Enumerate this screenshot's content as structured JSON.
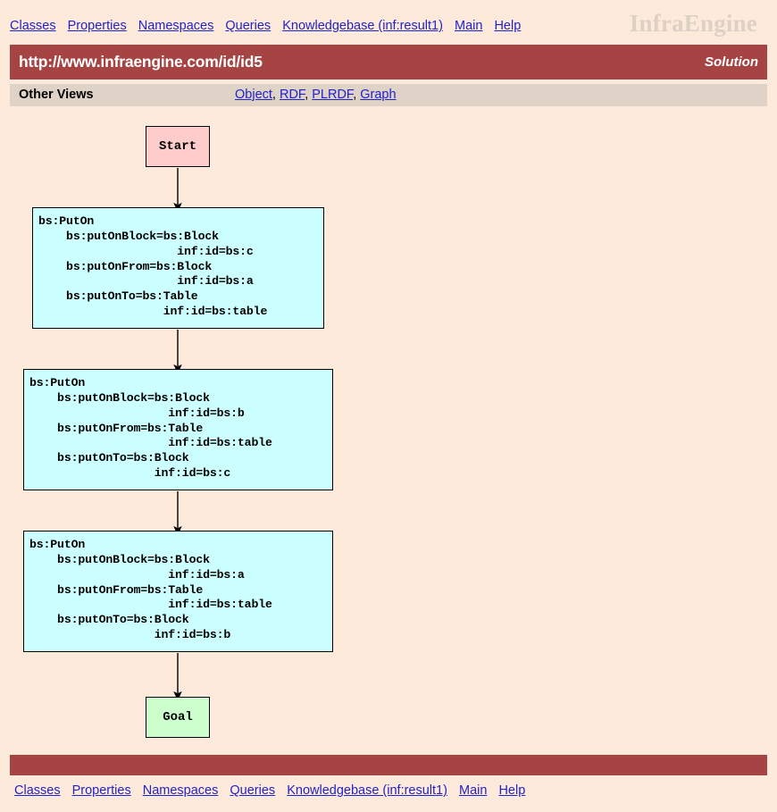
{
  "nav": {
    "items": [
      {
        "label": "Classes"
      },
      {
        "label": "Properties"
      },
      {
        "label": "Namespaces"
      },
      {
        "label": "Queries"
      },
      {
        "label": "Knowledgebase (inf:result1)"
      },
      {
        "label": "Main"
      },
      {
        "label": "Help"
      }
    ]
  },
  "brand": {
    "name": "InfraEngine",
    "color": "#ddd0c4"
  },
  "urlbar": {
    "url": "http://www.infraengine.com/id/id5",
    "corner_label": "Solution",
    "background": "#a64444",
    "text_color": "#ffffff"
  },
  "otherviews": {
    "label": "Other Views",
    "links": [
      "Object",
      "RDF",
      "PLRDF",
      "Graph"
    ],
    "separator": ", ",
    "background": "#ded3c6"
  },
  "graph": {
    "start": {
      "label": "Start",
      "color": "#ffcccc"
    },
    "goal": {
      "label": "Goal",
      "color": "#ccffcc"
    },
    "step_color": "#ccffff",
    "steps": [
      {
        "type": "bs:PutOn",
        "text": "bs:PutOn\n    bs:putOnBlock=bs:Block\n                    inf:id=bs:c\n    bs:putOnFrom=bs:Block\n                    inf:id=bs:a\n    bs:putOnTo=bs:Table\n                  inf:id=bs:table",
        "properties": [
          {
            "name": "bs:putOnBlock",
            "value": "bs:Block",
            "id": "bs:c"
          },
          {
            "name": "bs:putOnFrom",
            "value": "bs:Block",
            "id": "bs:a"
          },
          {
            "name": "bs:putOnTo",
            "value": "bs:Table",
            "id": "bs:table"
          }
        ]
      },
      {
        "type": "bs:PutOn",
        "text": "bs:PutOn\n    bs:putOnBlock=bs:Block\n                    inf:id=bs:b\n    bs:putOnFrom=bs:Table\n                    inf:id=bs:table\n    bs:putOnTo=bs:Block\n                  inf:id=bs:c",
        "properties": [
          {
            "name": "bs:putOnBlock",
            "value": "bs:Block",
            "id": "bs:b"
          },
          {
            "name": "bs:putOnFrom",
            "value": "bs:Table",
            "id": "bs:table"
          },
          {
            "name": "bs:putOnTo",
            "value": "bs:Block",
            "id": "bs:c"
          }
        ]
      },
      {
        "type": "bs:PutOn",
        "text": "bs:PutOn\n    bs:putOnBlock=bs:Block\n                    inf:id=bs:a\n    bs:putOnFrom=bs:Table\n                    inf:id=bs:table\n    bs:putOnTo=bs:Block\n                  inf:id=bs:b",
        "properties": [
          {
            "name": "bs:putOnBlock",
            "value": "bs:Block",
            "id": "bs:a"
          },
          {
            "name": "bs:putOnFrom",
            "value": "bs:Table",
            "id": "bs:table"
          },
          {
            "name": "bs:putOnTo",
            "value": "bs:Block",
            "id": "bs:b"
          }
        ]
      }
    ]
  },
  "footer": {
    "items": [
      {
        "label": "Classes"
      },
      {
        "label": "Properties"
      },
      {
        "label": "Namespaces"
      },
      {
        "label": "Queries"
      },
      {
        "label": "Knowledgebase (inf:result1)"
      },
      {
        "label": "Main"
      },
      {
        "label": "Help"
      }
    ],
    "bar_color": "#a64444"
  }
}
